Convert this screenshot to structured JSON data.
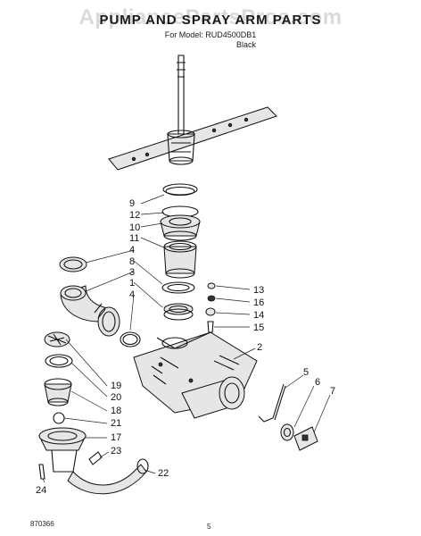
{
  "header": {
    "watermark": "AppliancePartsPros.com",
    "title": "PUMP AND SPRAY ARM PARTS",
    "model_line": "For Model: RUD4500DB1",
    "color": "Black"
  },
  "callouts": [
    "9",
    "12",
    "10",
    "11",
    "4",
    "8",
    "3",
    "1",
    "4",
    "13",
    "16",
    "14",
    "15",
    "2",
    "19",
    "20",
    "18",
    "21",
    "17",
    "23",
    "22",
    "24",
    "5",
    "6",
    "7"
  ],
  "footer": {
    "code": "870366",
    "page": "5"
  }
}
